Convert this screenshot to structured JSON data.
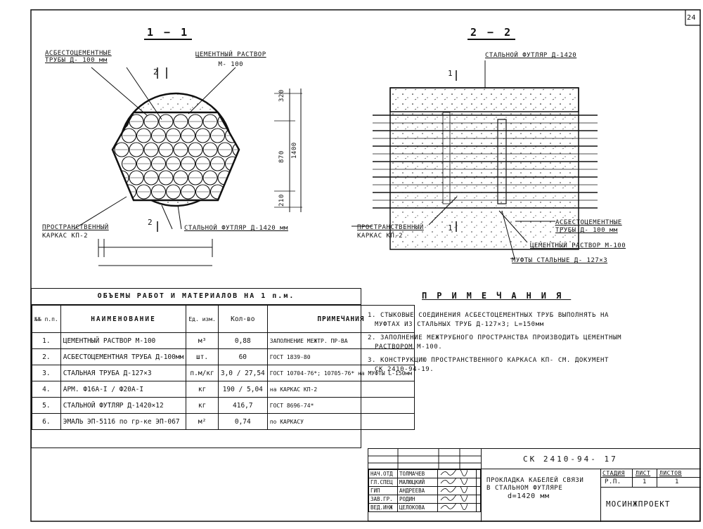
{
  "sheet": {
    "page_number": "24",
    "section_11_title": "1 − 1",
    "section_22_title": "2 − 2"
  },
  "section_11": {
    "callout_asbestos_pipes": [
      "АСБЕСТОЦЕМЕНТНЫЕ",
      "ТРУБЫ  Д- 100 мм"
    ],
    "callout_cement_mortar": [
      "ЦЕМЕНТНЫЙ РАСТВОР",
      "М- 100"
    ],
    "callout_frame": [
      "ПРОСТРАНСТВЕННЫЙ",
      "КАРКАС  КП-2"
    ],
    "callout_casing": "СТАЛЬНОЙ ФУТЛЯР Д-1420 мм",
    "cut_mark_top": "2",
    "cut_mark_bottom": "2",
    "dimensions": [
      "320",
      "870",
      "210",
      "1400"
    ]
  },
  "section_22": {
    "callout_casing": "СТАЛЬНОЙ ФУТЛЯР Д-1420",
    "callout_frame": [
      "ПРОСТРАНСТВЕННЫЙ",
      "КАРКАС  КП-2"
    ],
    "callout_asbestos_pipes": [
      "АСБЕСТОЦЕМЕНТНЫЕ",
      "ТРУБЫ  Д- 100 мм"
    ],
    "callout_cement_mortar": "ЦЕМЕНТНЫЙ РАСТВОР М-100",
    "callout_couplings": "МУФТЫ СТАЛЬНЫЕ Д- 127×3",
    "cut_mark_top": "1",
    "cut_mark_bottom": "1"
  },
  "volumes_table": {
    "title": "ОБЪЕМЫ  РАБОТ  И  МАТЕРИАЛОВ  НА 1 п.м.",
    "headers": [
      "№№ п.п.",
      "НАИМЕНОВАНИЕ",
      "Ед. изм.",
      "Кол-во",
      "ПРИМЕЧАНИЯ"
    ],
    "rows": [
      [
        "1.",
        "ЦЕМЕНТНЫЙ РАСТВОР  М-100",
        "м³",
        "0,88",
        "ЗАПОЛНЕНИЕ МЕЖТР. ПР-ВА"
      ],
      [
        "2.",
        "АСБЕСТОЦЕМЕНТНАЯ ТРУБА  Д-100мм",
        "шт.",
        "60",
        "ГОСТ  1839-80"
      ],
      [
        "3.",
        "СТАЛЬНАЯ ТРУБА  Д-127×3",
        "п.м/кг",
        "3,0 / 27,54",
        "ГОСТ 10704-76*; 10705-76* на МУФТЫ  L-150мм"
      ],
      [
        "4.",
        "АРМ. Ф16А-I / Ф20А-I",
        "кг",
        "190 / 5,04",
        "на КАРКАС  КП-2"
      ],
      [
        "5.",
        "СТАЛЬНОЙ ФУТЛЯР  Д-1420×12",
        "кг",
        "416,7",
        "ГОСТ  8696-74*"
      ],
      [
        "6.",
        "ЭМАЛЬ ЭП-5116 по гр-ке ЭП-067",
        "м²",
        "0,74",
        "по КАРКАСУ"
      ]
    ]
  },
  "notes": {
    "title": "ПРИМЕЧАНИЯ",
    "items": [
      [
        "1. СТЫКОВЫЕ  СОЕДИНЕНИЯ  АСБЕСТОЦЕМЕНТНЫХ  ТРУБ  ВЫПОЛНЯТЬ  НА",
        "МУФТАХ  ИЗ  СТАЛЬНЫХ  ТРУБ  Д-127×3;  L=150мм"
      ],
      [
        "2. ЗАПОЛНЕНИЕ  МЕЖТРУБНОГО  ПРОСТРАНСТВА  ПРОИЗВОДИТЬ  ЦЕМЕНТНЫМ",
        "РАСТВОРОМ  М-100."
      ],
      [
        "3. КОНСТРУКЦИЮ  ПРОСТРАНСТВЕННОГО  КАРКАСА  КП-   СМ. ДОКУМЕНТ",
        "СК  2410-94-19."
      ]
    ]
  },
  "title_block": {
    "doc_code": "СК  2410-94- 17",
    "staff": [
      [
        "НАЧ.ОТД",
        "ТОЛМАЧЕВ"
      ],
      [
        "ГЛ.СПЕЦ",
        "МАЛЮЦКИЙ"
      ],
      [
        "ГИП",
        "АНДРЕЕВА"
      ],
      [
        "ЗАВ.ГР.",
        "РОДИН"
      ],
      [
        "ВЕД.ИНЖ",
        "ЦЕЛОКОВА"
      ]
    ],
    "drawing_title": [
      "ПРОКЛАДКА  КАБЕЛЕЙ СВЯЗИ",
      "В  СТАЛЬНОМ  ФУТЛЯРЕ",
      "d=1420 мм"
    ],
    "stage_header": [
      "СТАДИЯ",
      "ЛИСТ",
      "ЛИСТОВ"
    ],
    "stage_values": [
      "Р.П.",
      "1",
      "1"
    ],
    "organization": "МОСИНЖПРОЕКТ"
  }
}
